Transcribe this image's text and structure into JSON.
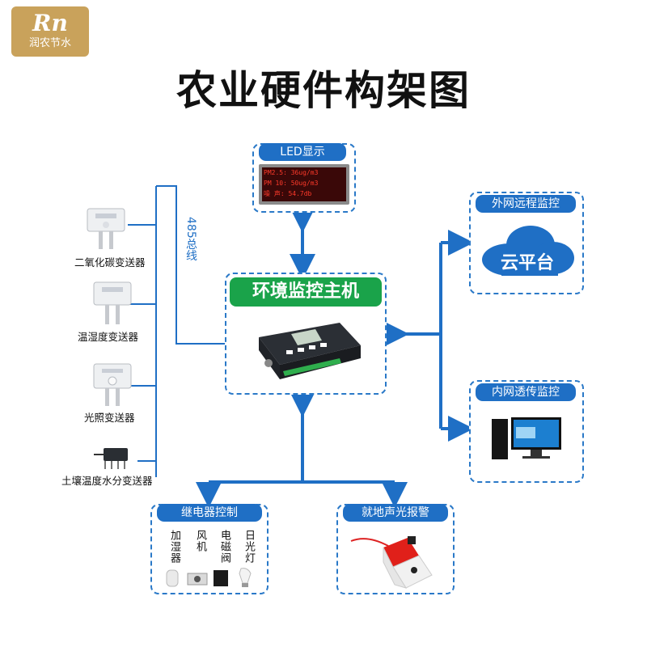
{
  "logo": {
    "mark": "Rn",
    "text": "润农节水"
  },
  "title": "农业硬件构架图",
  "bus_label": "485总线",
  "sensors": [
    {
      "label": "二氧化碳变送器"
    },
    {
      "label": "温湿度变送器"
    },
    {
      "label": "光照变送器"
    },
    {
      "label": "土壤温度水分变送器"
    }
  ],
  "led": {
    "header": "LED显示",
    "lines": [
      "PM2.5: 36ug/m3",
      "PM 10: 50ug/m3",
      "噪 声: 54.7db"
    ]
  },
  "host": {
    "title": "环境监控主机"
  },
  "remote": {
    "header": "外网远程监控",
    "cloud_label": "云平台"
  },
  "intranet": {
    "header": "内网透传监控"
  },
  "relay": {
    "header": "继电器控制",
    "devices": [
      "加湿器",
      "风机",
      "电磁阀",
      "日光灯"
    ]
  },
  "alarm": {
    "header": "就地声光报警"
  },
  "colors": {
    "accent": "#1f6fc5",
    "host_green": "#1aa34a",
    "logo_gold": "#c9a25b",
    "led_red": "#e0201a"
  }
}
